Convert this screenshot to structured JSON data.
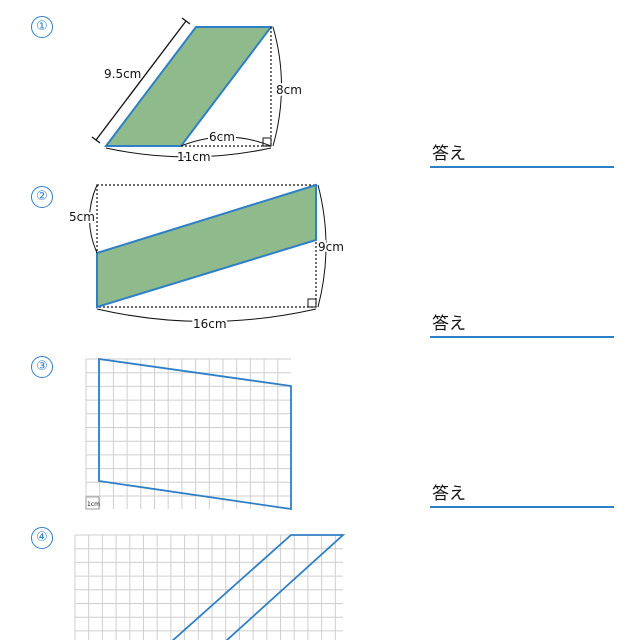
{
  "problems": [
    {
      "number": "①",
      "labels": {
        "slant": "9.5cm",
        "height": "8cm",
        "top_segment": "6cm",
        "base": "11cm"
      }
    },
    {
      "number": "②",
      "labels": {
        "left": "5cm",
        "right": "9cm",
        "base": "16cm"
      }
    },
    {
      "number": "③",
      "labels": {
        "unit": "1cm"
      }
    },
    {
      "number": "④",
      "labels": {}
    }
  ],
  "answer_label": "答え",
  "colors": {
    "shape_fill": "#8fba8c",
    "accent": "#2f7fc6",
    "grid": "#cfcfcf"
  }
}
